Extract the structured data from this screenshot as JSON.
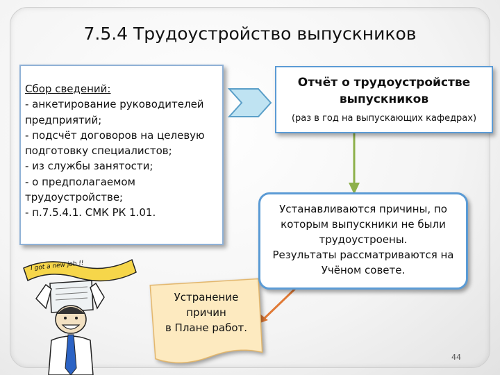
{
  "slide": {
    "title": "7.5.4 Трудоустройство выпускников",
    "page_number": "44"
  },
  "data_collection": {
    "heading": "Сбор сведений:",
    "lines": [
      "- анкетирование руководителей",
      "предприятий;",
      "- подсчёт договоров на целевую",
      "подготовку специалистов;",
      "- из службы занятости;",
      "- о предполагаемом",
      "трудоустройстве;",
      "- п.7.5.4.1. СМК РК 1.01."
    ]
  },
  "report": {
    "title_lines": [
      "Отчёт о трудоустройстве",
      "выпускников"
    ],
    "note": "(раз в год на выпускающих кафедрах)"
  },
  "reasons": {
    "lines": [
      "Устанавливаются причины, по",
      "которым выпускники не были",
      "трудоустроены.",
      "Результаты рассматриваются на",
      "Учёном совете."
    ]
  },
  "elimination": {
    "lines": [
      "Устранение",
      "причин",
      "в Плане работ."
    ]
  },
  "clipart": {
    "banner_text": "I got a new job !!"
  },
  "colors": {
    "box_border": "#5b9bd5",
    "green_arrow": "#8db04a",
    "orange_arrow": "#e07a36",
    "chevron_fill": "#bfe3f2",
    "doc_fill": "#fdeac0"
  }
}
